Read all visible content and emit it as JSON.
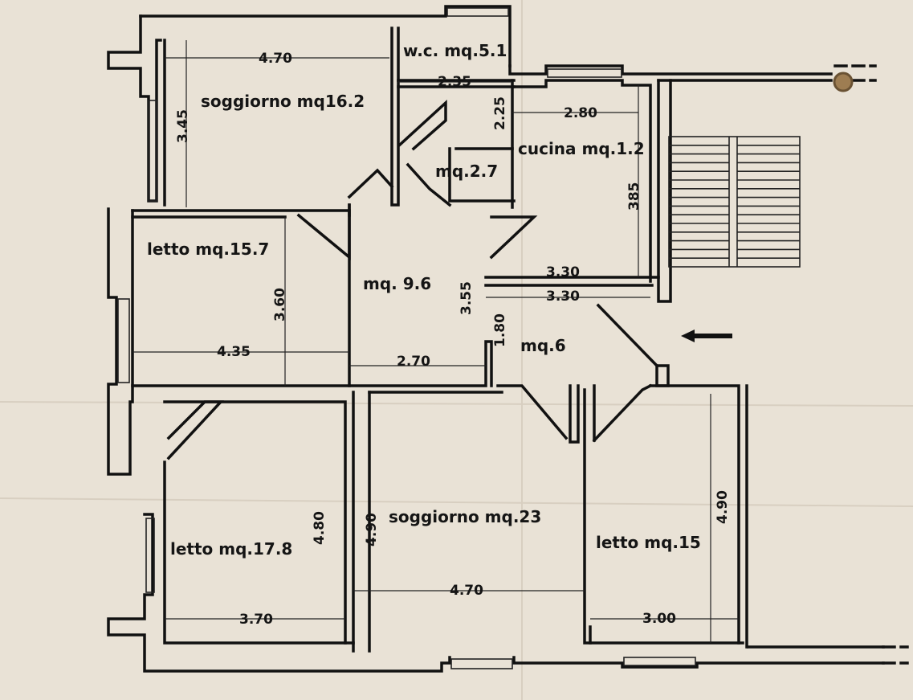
{
  "rooms": {
    "living_top": "soggiorno mq16.2",
    "wc": "w.c. mq.5.1",
    "closet": "mq.2.7",
    "kitchen": "cucina mq.1.2",
    "bed_left": "letto mq.15.7",
    "hall": "mq. 9.6",
    "entry": "mq.6",
    "bed_bottom_left": "letto mq.17.8",
    "living_bottom": "soggiorno mq.23",
    "bed_right": "letto mq.15"
  },
  "dimensions": {
    "living_top_width": "4.70",
    "living_top_height": "3.45",
    "wc_width": "2.35",
    "wc_height": "2.25",
    "kitchen_width": "2.80",
    "kitchen_height": "385",
    "kitchen_bottom": "3.30",
    "entry_top": "3.30",
    "bed_left_height": "3.60",
    "bed_left_width": "4.35",
    "hall_height": "3.55",
    "entry_height": "1.80",
    "hall_width": "2.70",
    "bed_bottom_left_height": "4.80",
    "bed_bottom_left_width": "3.70",
    "living_bottom_height": "4.90",
    "living_bottom_width": "4.70",
    "bed_right_height": "4.90",
    "bed_right_width": "3.00"
  }
}
